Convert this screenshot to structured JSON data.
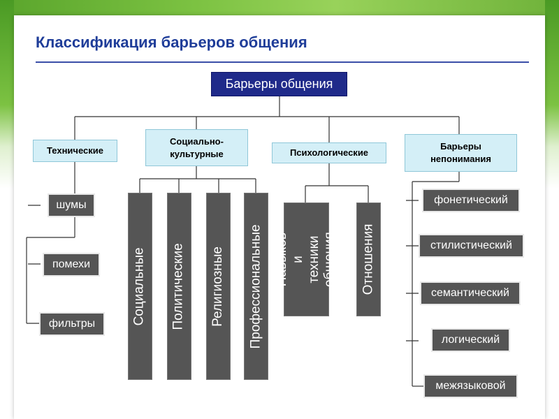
{
  "slide": {
    "title": "Классификация барьеров общения",
    "root": "Барьеры общения",
    "categories": {
      "technical": "Технические",
      "sociocultural": "Социально-\nкультурные",
      "psychological": "Психологические",
      "misunderstanding": "Барьеры\nнепонимания"
    },
    "technical_items": [
      "шумы",
      "помехи",
      "фильтры"
    ],
    "sociocultural_items": [
      "Социальные",
      "Политические",
      "Религиозные",
      "Профессиональные"
    ],
    "psychological_items": [
      "Навыков и\nтехники общения",
      "Отношения"
    ],
    "misunderstanding_items": [
      "фонетический",
      "стилистический",
      "семантический",
      "логический",
      "межязыковой"
    ]
  },
  "colors": {
    "title": "#1f3d99",
    "root_box": "#1f2a8a",
    "category_box": "#d4eff7",
    "item_box": "#555555",
    "background_band": "#7cc242"
  }
}
